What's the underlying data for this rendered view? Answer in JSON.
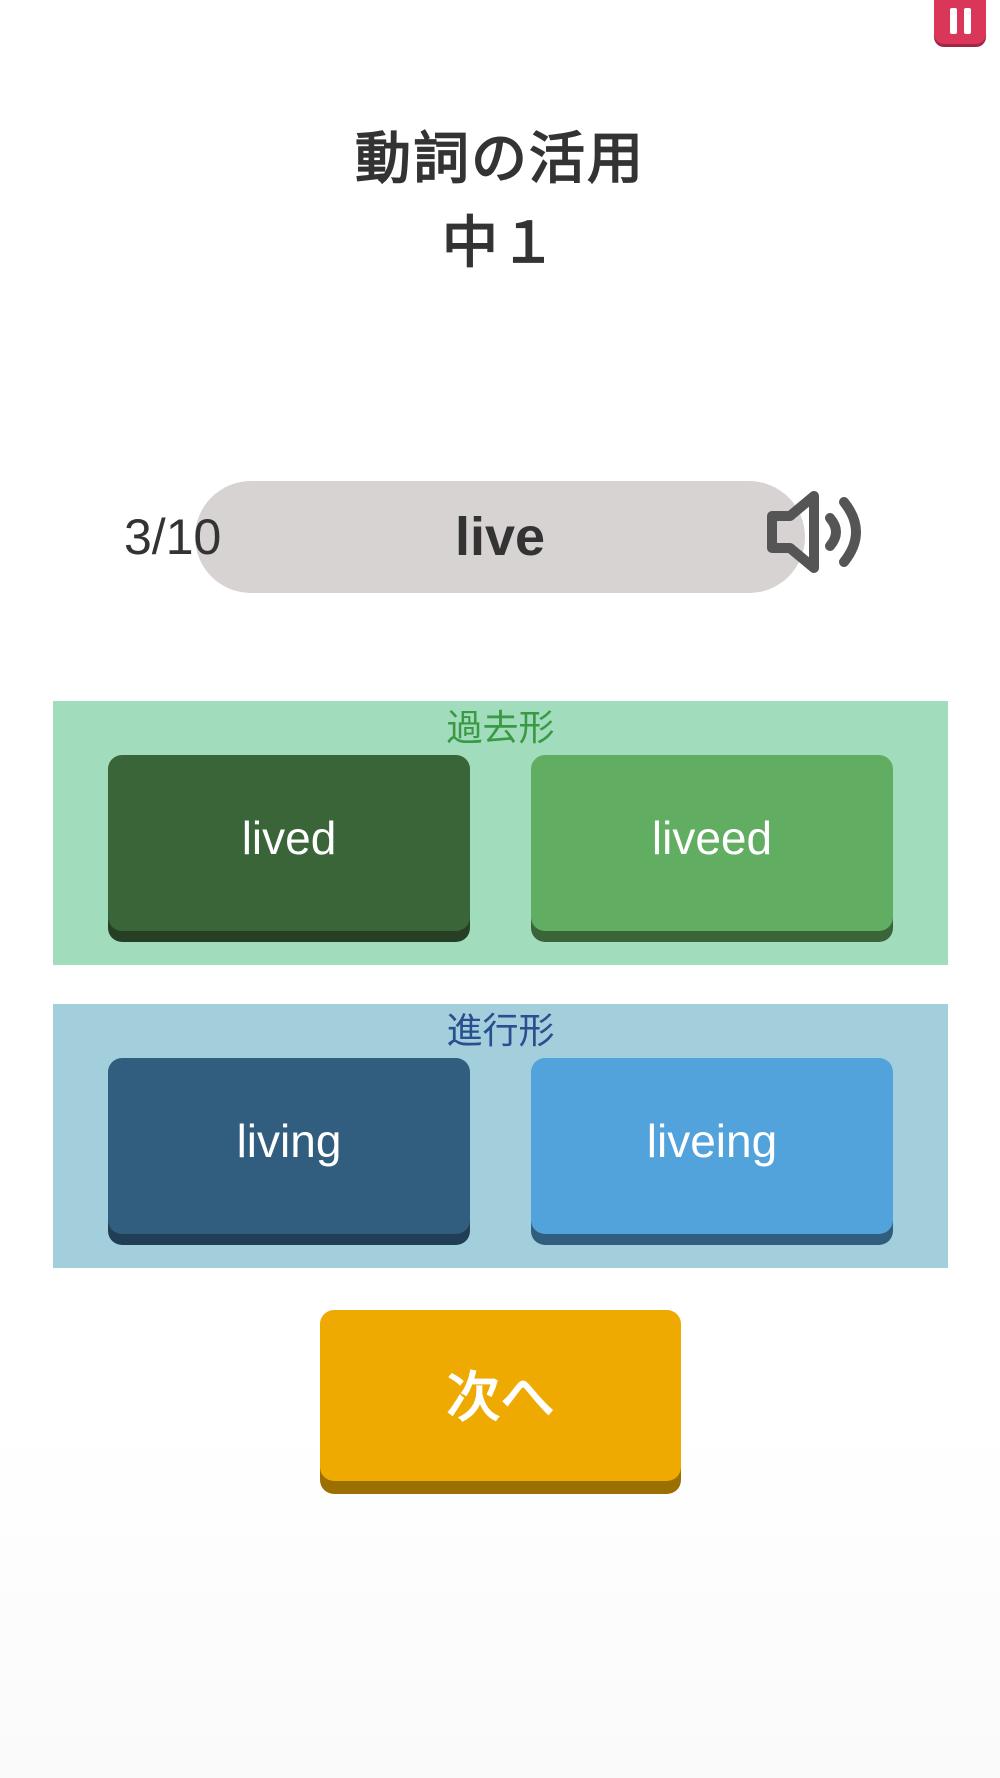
{
  "header": {
    "title_line1": "動詞の活用",
    "title_line2": "中１"
  },
  "question": {
    "counter": "3/10",
    "word": "live"
  },
  "sections": {
    "past": {
      "label": "過去形",
      "choices": [
        {
          "label": "lived",
          "selected": true
        },
        {
          "label": "liveed",
          "selected": false
        }
      ]
    },
    "progressive": {
      "label": "進行形",
      "choices": [
        {
          "label": "living",
          "selected": true
        },
        {
          "label": "liveing",
          "selected": false
        }
      ]
    }
  },
  "next_button": {
    "label": "次へ"
  },
  "icons": {
    "pause": "pause-icon",
    "speaker": "speaker-icon"
  },
  "colors": {
    "pause": "#d9365a",
    "past_section_bg": "#a1dcbc",
    "past_selected": "#3a6539",
    "past_normal": "#61ae63",
    "progressive_section_bg": "#a3cfdd",
    "progressive_selected": "#315e7f",
    "progressive_normal": "#52a2dc",
    "next_button": "#eeaa00",
    "word_pill": "#d8d3d3"
  }
}
